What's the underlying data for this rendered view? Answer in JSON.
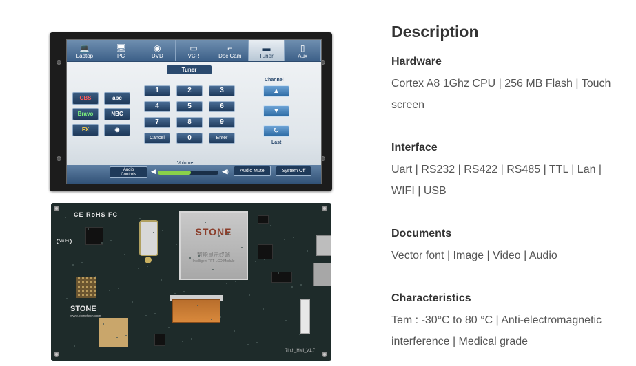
{
  "display": {
    "tabs": [
      {
        "label": "Laptop",
        "icon": "laptop-icon",
        "glyph": "💻",
        "active": false
      },
      {
        "label": "PC",
        "icon": "pc-icon",
        "glyph": "🖥",
        "active": false
      },
      {
        "label": "DVD",
        "icon": "disc-icon",
        "glyph": "◉",
        "active": false
      },
      {
        "label": "VCR",
        "icon": "vcr-icon",
        "glyph": "▭",
        "active": false
      },
      {
        "label": "Doc Cam",
        "icon": "doc-cam-icon",
        "glyph": "⌐",
        "active": false
      },
      {
        "label": "Tuner",
        "icon": "tuner-icon",
        "glyph": "▬",
        "active": true
      },
      {
        "label": "Aux",
        "icon": "aux-icon",
        "glyph": "▯",
        "active": false
      }
    ],
    "title": "Tuner",
    "stations": [
      {
        "label": "CBS",
        "style": "red"
      },
      {
        "label": "abc",
        "style": ""
      },
      {
        "label": "Bravo",
        "style": "green"
      },
      {
        "label": "NBC",
        "style": ""
      },
      {
        "label": "FX",
        "style": "yellow"
      },
      {
        "label": "◉",
        "style": ""
      }
    ],
    "keys": [
      "1",
      "2",
      "3",
      "4",
      "5",
      "6",
      "7",
      "8",
      "9",
      "Cancel",
      "0",
      "Enter"
    ],
    "channel_label": "Channel",
    "channel_up": "▲",
    "channel_down": "▼",
    "last_glyph": "↻",
    "last_label": "Last",
    "volume_label": "Volume",
    "volume_level": 0.55,
    "audio_controls_line1": "Audio",
    "audio_controls_line2": "Controls",
    "audio_mute": "Audio Mute",
    "system_off": "System Off"
  },
  "pcb": {
    "chip_brand": "STONE",
    "chip_sub_cn": "智能显示终端",
    "chip_sub_en": "Intelligent TFT-LCD Module",
    "marks": "CE RoHS FC",
    "wifi": "Wi-Fi",
    "logo": "STONE",
    "url": "www.stonetech.com",
    "version": "7inth_HMI_V1.7"
  },
  "description": {
    "title": "Description",
    "sections": [
      {
        "heading": "Hardware",
        "lines": [
          "Cortex A8 1Ghz CPU | 256 MB Flash |  Touch",
          "screen"
        ]
      },
      {
        "heading": "Interface",
        "lines": [
          "Uart | RS232 | RS422 | RS485 | TTL | Lan |",
          "WIFI | USB"
        ]
      },
      {
        "heading": "Documents",
        "lines": [
          "Vector font | Image | Video | Audio"
        ]
      },
      {
        "heading": "Characteristics",
        "lines": [
          "Tem : -30°C to 80 °C | Anti-electromagnetic",
          "interference | Medical grade"
        ]
      }
    ]
  }
}
